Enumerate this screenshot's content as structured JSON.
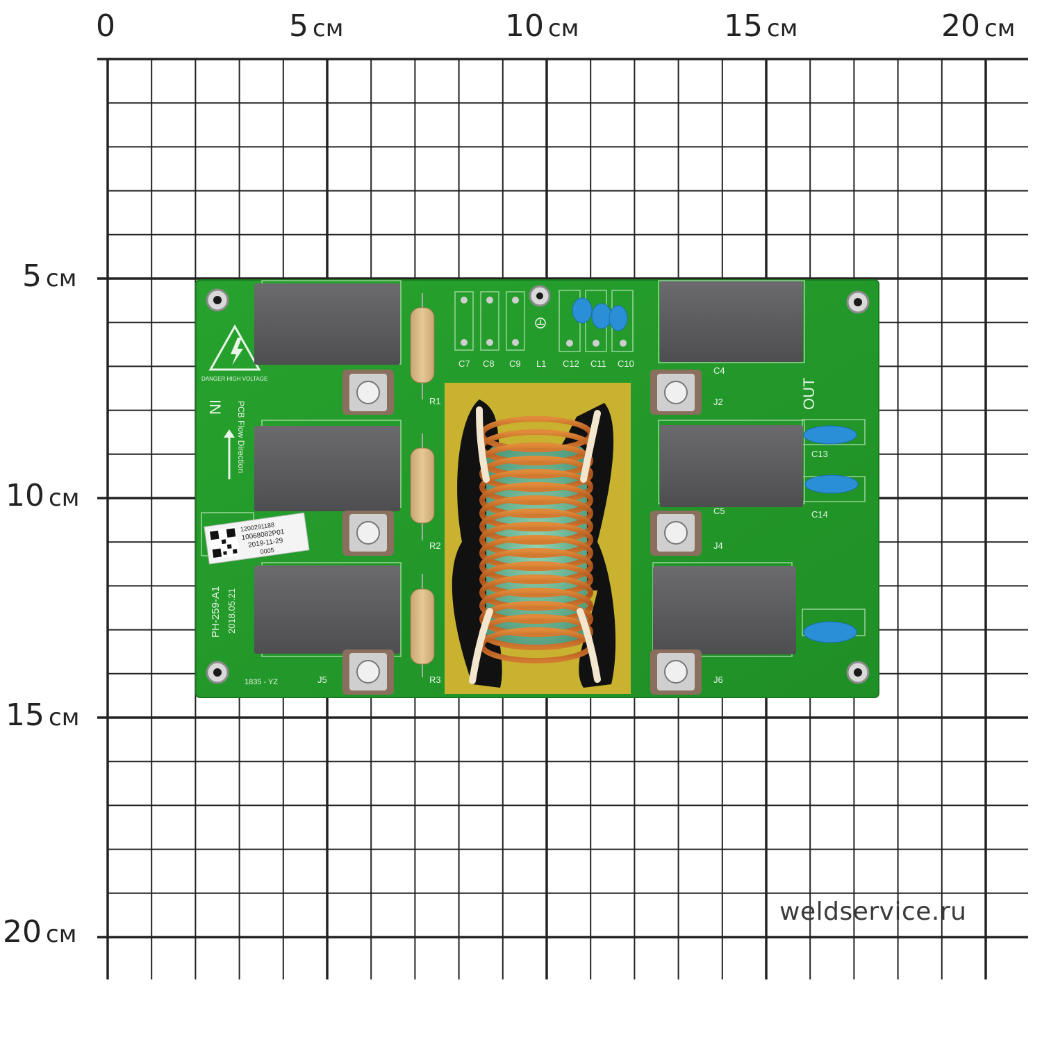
{
  "grid": {
    "origin": "0",
    "x_ticks": [
      {
        "num": "5",
        "unit": "см"
      },
      {
        "num": "10",
        "unit": "см"
      },
      {
        "num": "15",
        "unit": "см"
      },
      {
        "num": "20",
        "unit": "см"
      }
    ],
    "y_ticks": [
      {
        "num": "5",
        "unit": "см"
      },
      {
        "num": "10",
        "unit": "см"
      },
      {
        "num": "15",
        "unit": "см"
      },
      {
        "num": "20",
        "unit": "см"
      }
    ]
  },
  "board": {
    "warning": "DANGER HIGH VOLTAGE",
    "in_label": "IN",
    "out_label": "OUT",
    "flow_label": "PCB Flow Direction",
    "model": "PH-259-A1",
    "board_date": "2018.05.21",
    "sticker_lines": [
      "1200291188",
      "10068082P01",
      "2019-11-29",
      "0005"
    ],
    "refs": {
      "c7": "C7",
      "c8": "C8",
      "c9": "C9",
      "l1": "L1",
      "c12": "C12",
      "c11": "C11",
      "c10": "C10",
      "c4": "C4",
      "c5": "C5",
      "c13": "C13",
      "c14": "C14",
      "r1": "R1",
      "r2": "R2",
      "r3": "R3",
      "j2": "J2",
      "j4": "J4",
      "j5": "J5",
      "j6": "J6",
      "code": "1835 - YZ"
    }
  },
  "watermark": "weldservice.ru"
}
